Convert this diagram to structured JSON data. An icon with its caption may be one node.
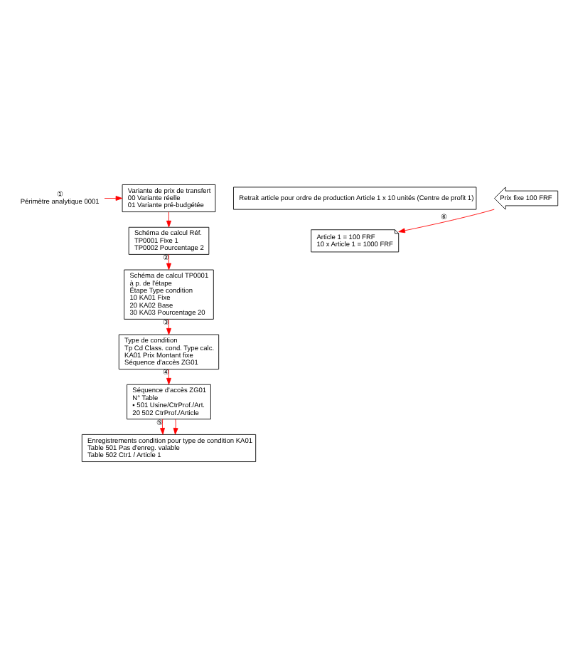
{
  "diagram": {
    "nodes": [
      {
        "text": [
          "Variante de prix de transfert",
          "00 Variante réelle",
          "01 Variante pré-budgétée"
        ]
      },
      {
        "text": [
          "Schéma de calcul Réf.",
          "TP0001 Fixe 1",
          "TP0002 Pourcentage 2"
        ]
      },
      {
        "text": [
          "①",
          "Périmètre analytique 0001"
        ]
      },
      {
        "text": [
          "Retrait article pour ordre de production Article 1 x 10 unités (Centre de profit 1)"
        ]
      },
      {
        "text": [
          "Article 1 = 100 FRF",
          "10 x Article 1 = 1000 FRF"
        ]
      },
      {
        "text": [
          "Schéma de calcul TP0001",
          "à p. de l'étape",
          "Étape Type condition",
          "10 KA01 Fixe",
          "20 KA02 Base",
          "30 KA03 Pourcentage 20"
        ]
      },
      {
        "text": [
          "Type de condition",
          "Tp Cd Class. cond. Type calc.",
          "KA01 Prix Montant fixe",
          "Séquence d'accès ZG01"
        ]
      },
      {
        "text": [
          "Séquence d'accès ZG01",
          "N° Table",
          "▪ 501 Usine/CtrProf./Art.",
          "20 502 CtrProf./Article"
        ]
      },
      {
        "text": [
          "Enregistrements condition pour type de condition KA01",
          "Table 501 Pas d'enreg. valable",
          "Table 502 Ctr1 / Article 1"
        ]
      },
      {
        "text": [
          "Prix fixe 100 FRF"
        ]
      }
    ],
    "edges": [
      {
        "from": 0,
        "to": 1,
        "arrow": "to"
      },
      {
        "from": 2,
        "to": 0,
        "arrow": "to"
      },
      {
        "from": 1,
        "to": 5,
        "arrow": "to",
        "label": "②"
      },
      {
        "from": 5,
        "to": 6,
        "arrow": "to",
        "label": "③"
      },
      {
        "from": 6,
        "to": 7,
        "arrow": "to",
        "label": "④"
      },
      {
        "from": 7,
        "to": 8,
        "arrow": "to",
        "label": "⑤"
      },
      {
        "from": 7,
        "to": 8,
        "arrow": "to"
      },
      {
        "from": 9,
        "to": 4,
        "arrow": "to",
        "label": "⑥"
      }
    ]
  }
}
